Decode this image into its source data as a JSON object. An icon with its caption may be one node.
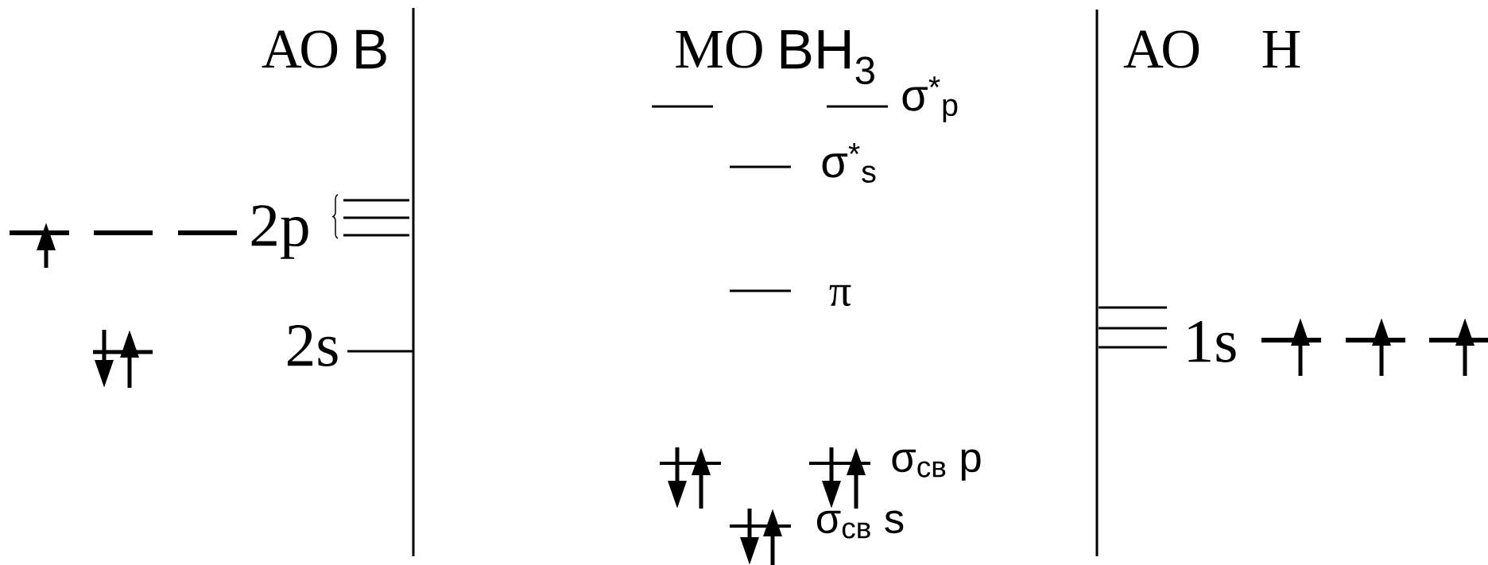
{
  "diagram": {
    "labels": [
      "АО",
      "B",
      "МО",
      "BH$_{3}$",
      "АО",
      "H",
      "σ$^{*}$$_{p}$",
      "2p",
      "σ$^{*}$$_{s}$",
      "π",
      "2s",
      "1s",
      "σ$_{св}$ p",
      "σ$_{св}$ s"
    ]
  }
}
